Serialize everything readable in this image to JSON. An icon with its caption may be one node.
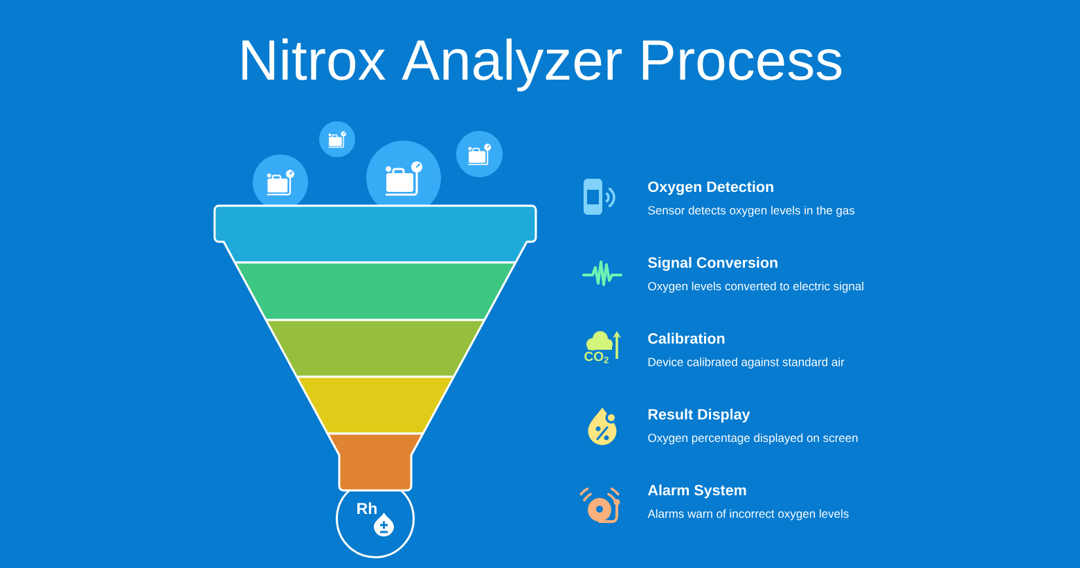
{
  "diagram": {
    "title": "Nitrox Analyzer Process",
    "nodes": [
      {
        "text": [
          "Rh"
        ]
      }
    ],
    "labels": [
      "Oxygen Detection",
      "Sensor detects oxygen levels in the gas",
      "Signal Conversion",
      "Oxygen levels converted to electric signal",
      "CO$_{2}$",
      "Calibration",
      "Device calibrated against standard air",
      "Result Display",
      "Oxygen percentage displayed on screen",
      "Alarm System",
      "Alarms warn of incorrect oxygen levels"
    ]
  }
}
